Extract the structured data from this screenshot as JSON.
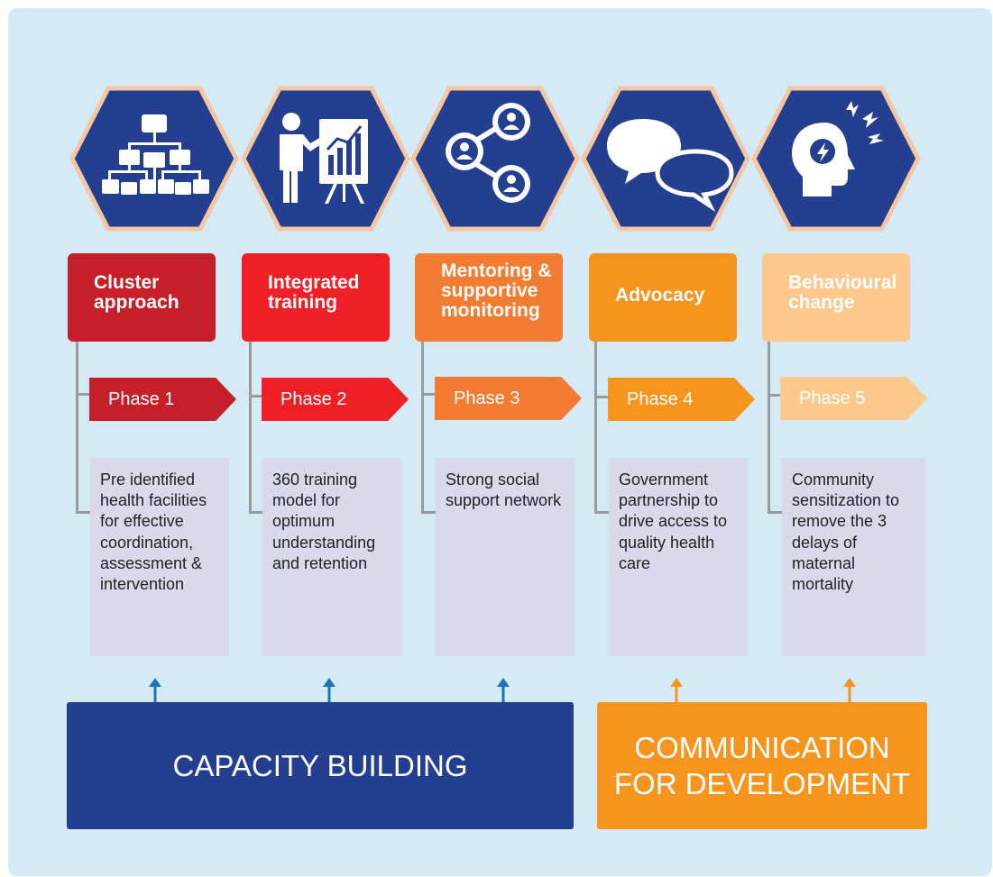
{
  "colors": {
    "background": "#d4ebf7",
    "hex_fill": "#243f8f",
    "hex_border": "#f4c6a2",
    "description_fill": "#d8d9ea",
    "connector": "#9a9a9a"
  },
  "phases": [
    {
      "icon": "hierarchy-icon",
      "title": "Cluster approach",
      "phase": "Phase 1",
      "description": "Pre identified health facilities for effective coordination, assessment & intervention",
      "title_color": "#c5202a",
      "phase_color": "#c5202a",
      "text_color": "#ffffff"
    },
    {
      "icon": "presentation-icon",
      "title": "Integrated training",
      "phase": "Phase 2",
      "description": "360 training model for optimum understanding and retention",
      "title_color": "#ee1f26",
      "phase_color": "#ee1f26",
      "text_color": "#ffffff"
    },
    {
      "icon": "network-icon",
      "title": "Mentoring & supportive monitoring",
      "phase": "Phase 3",
      "description": "Strong social support network",
      "title_color": "#f27c31",
      "phase_color": "#f27c31",
      "text_color": "#ffffff"
    },
    {
      "icon": "speech-bubbles-icon",
      "title": "Advocacy",
      "phase": "Phase 4",
      "description": "Government partnership to drive access to quality health care",
      "title_color": "#f7941d",
      "phase_color": "#f7941d",
      "text_color": "#ffffff"
    },
    {
      "icon": "head-lightning-icon",
      "title": "Behavioural change",
      "phase": "Phase 5",
      "description": "Community sensitization to remove the 3 delays of maternal mortality",
      "title_color": "#fcc88c",
      "phase_color": "#fcc88c",
      "text_color": "#ffffff"
    }
  ],
  "pillars": [
    {
      "label": "CAPACITY BUILDING",
      "color": "#243f8f",
      "arrow_color": "#1c75bc"
    },
    {
      "label": "COMMUNICATION FOR DEVELOPMENT",
      "color": "#f7941d",
      "arrow_color": "#f7941d"
    }
  ]
}
